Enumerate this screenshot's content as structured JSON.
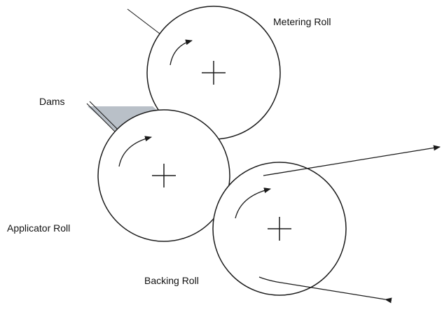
{
  "labels": {
    "metering_roll": "Metering Roll",
    "dams": "Dams",
    "applicator_roll": "Applicator Roll",
    "backing_roll": "Backing Roll"
  },
  "colors": {
    "dam_fill": "#b9c0c8",
    "line": "#1a1a1a",
    "background": "#ffffff"
  }
}
